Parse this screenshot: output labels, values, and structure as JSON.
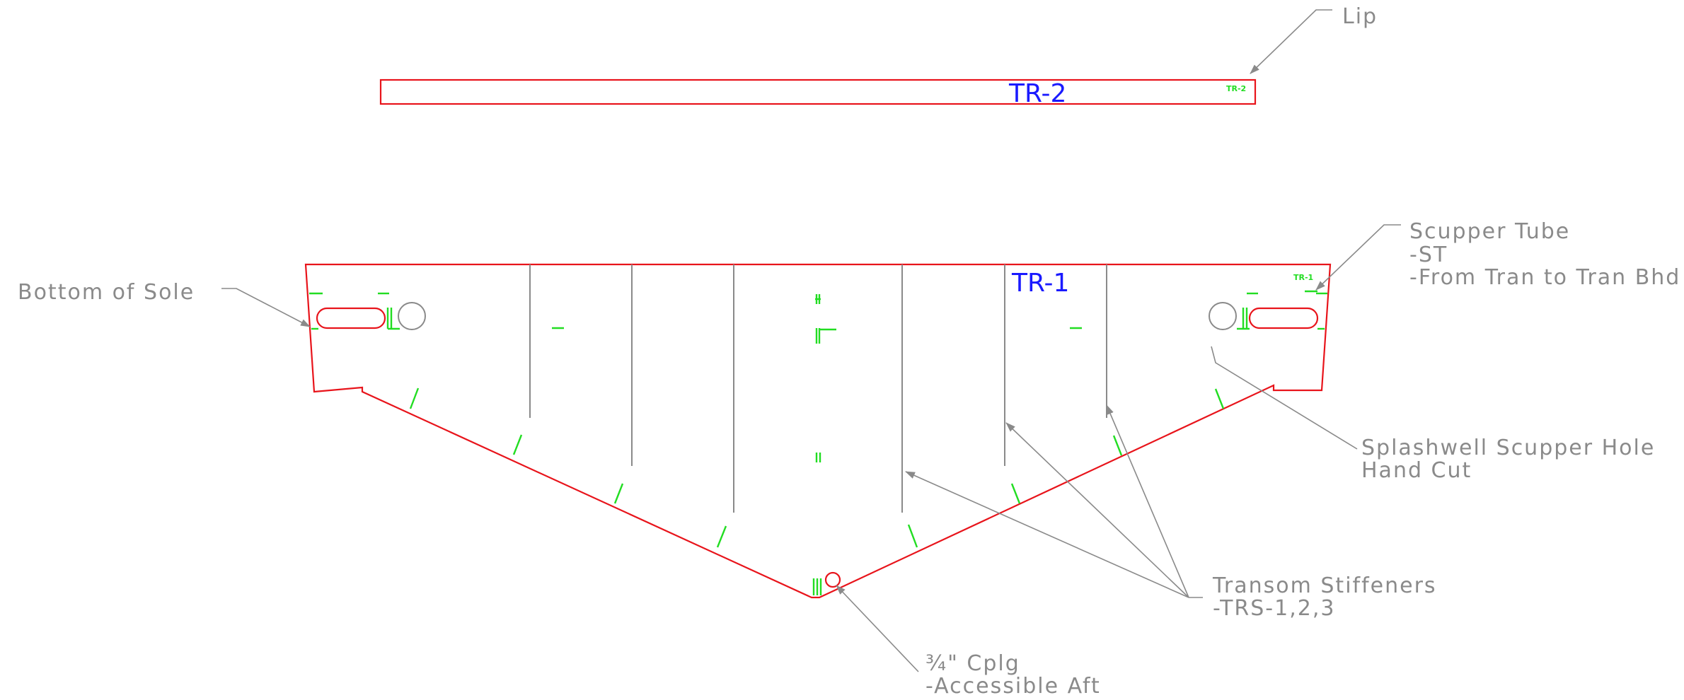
{
  "parts": {
    "tr2_label": "TR-2",
    "tr2_tag": "TR-2",
    "tr1_label": "TR-1",
    "tr1_tag": "TR-1"
  },
  "callouts": {
    "lip": "Lip",
    "scupper_tube": [
      "Scupper Tube",
      "-ST",
      "-From Tran to Tran Bhd"
    ],
    "bottom_of_sole": "Bottom of Sole",
    "splashwell": [
      "Splashwell Scupper Hole",
      "Hand Cut"
    ],
    "stiffeners": [
      "Transom Stiffeners",
      "-TRS-1,2,3"
    ],
    "cplg": [
      "¾\" Cplg",
      "-Accessible Aft"
    ]
  },
  "colors": {
    "outline": "#e8141b",
    "part_label": "#1a1aff",
    "mark": "#22dd22",
    "annotation": "#8a8a8a"
  }
}
